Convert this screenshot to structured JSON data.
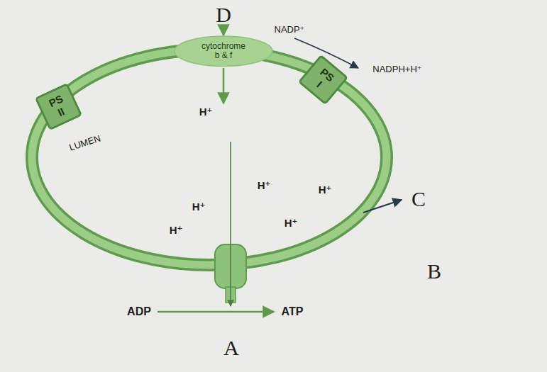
{
  "diagram": {
    "nodes": [
      {
        "text": [
          "PS II"
        ]
      },
      {
        "text": [
          "cytochrome b & f"
        ]
      },
      {
        "text": [
          "PS I"
        ]
      }
    ],
    "edges": [],
    "labels": [
      "D",
      "NADP⁺",
      "NADPH+H⁺",
      "LUMEN",
      "H⁺",
      "H⁺",
      "H⁺",
      "H⁺",
      "H⁺",
      "H⁺",
      "C",
      "B",
      "ADP",
      "A",
      "ATP"
    ]
  }
}
